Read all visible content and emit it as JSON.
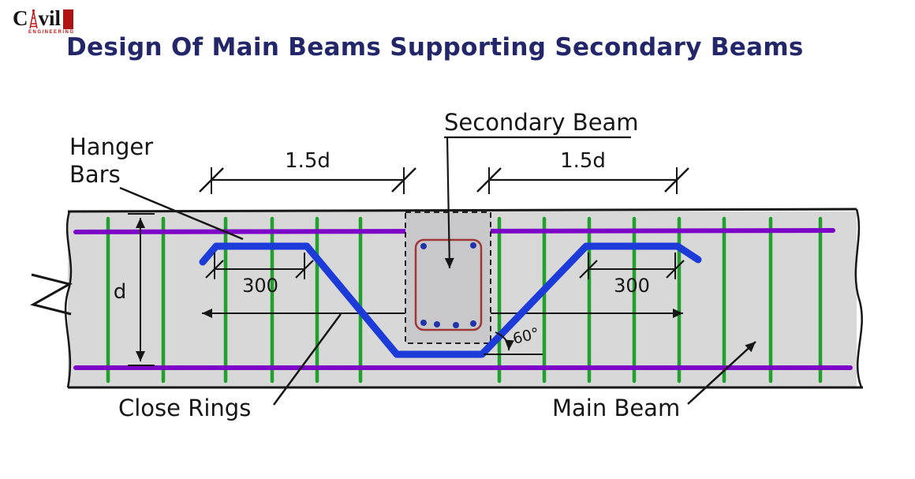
{
  "logo": {
    "c": "C",
    "rest": "vil",
    "tagline": "ENGINEERING"
  },
  "title": "Design Of Main Beams Supporting Secondary Beams",
  "labels": {
    "hanger_line1": "Hanger",
    "hanger_line2": "Bars",
    "secondary_beam": "Secondary Beam",
    "close_rings": "Close Rings",
    "main_beam": "Main Beam"
  },
  "dims": {
    "left_span": "1.5d",
    "right_span": "1.5d",
    "left_300": "300",
    "right_300": "300",
    "depth": "d",
    "angle": "60°"
  },
  "colors": {
    "title_navy": "#23276a",
    "beam_fill": "#d8d8d8",
    "secondary_fill": "#c8c8ca",
    "stirrup_green": "#21a02e",
    "main_bar_purple": "#7d05c8",
    "hanger_bar_blue": "#1c3bd8",
    "secondary_outline_red": "#a23636",
    "rebar_dot_blue": "#2233aa",
    "ink": "#161616",
    "logo_red": "#b01212"
  }
}
